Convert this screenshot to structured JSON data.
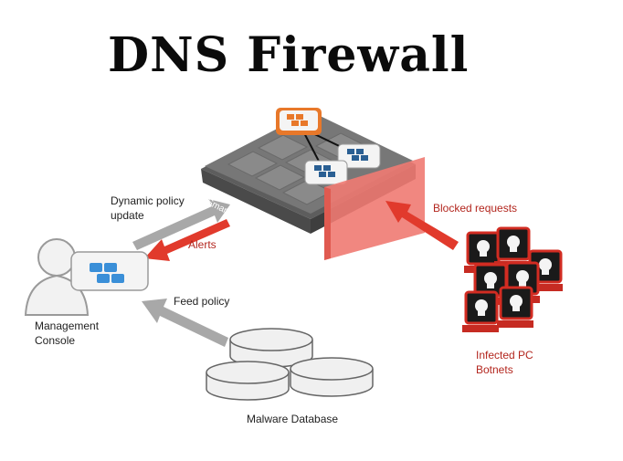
{
  "title": "DNS Firewall",
  "labels": {
    "dynamic_policy": "Dynamic policy",
    "dynamic_policy_2": "update",
    "alerts": "Alerts",
    "feed_policy": "Feed policy",
    "management_console": "Management",
    "management_console_2": "Console",
    "smart_architecture": "Smart Architecture",
    "blocked_requests": "Blocked requests",
    "infected_pc": "Infected PC",
    "botnets": "Botnets",
    "malware_database": "Malware Database"
  },
  "colors": {
    "accent_red": "#e13a2c",
    "firewall_red": "#f07a72",
    "node_orange": "#e8782a",
    "node_blue": "#2a5f93",
    "console_blue": "#3a8fd8",
    "platform_grey": "#6e6e6e",
    "arrow_grey": "#a8a8a8"
  }
}
